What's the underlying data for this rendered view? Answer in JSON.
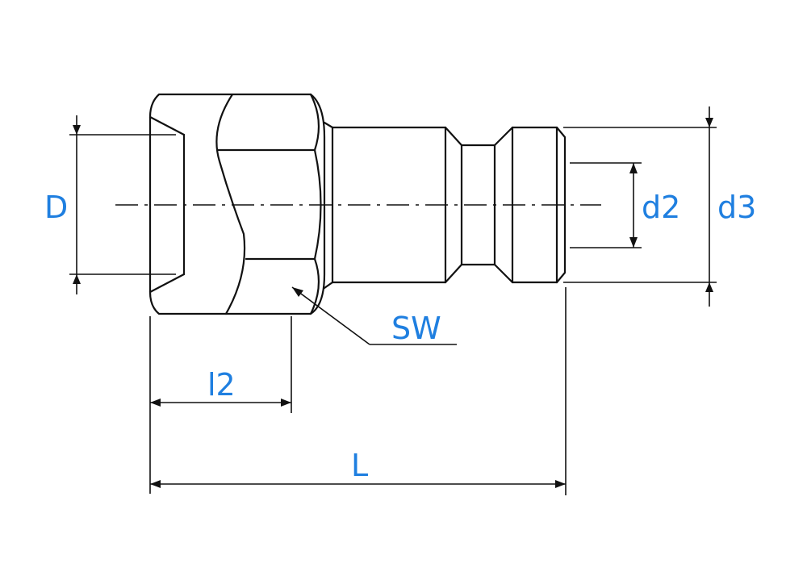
{
  "labels": {
    "D": "D",
    "d2": "d2",
    "d3": "d3",
    "SW": "SW",
    "l2": "l2",
    "L": "L"
  },
  "colors": {
    "label": "#1f7fe0",
    "lines": "#111111"
  }
}
